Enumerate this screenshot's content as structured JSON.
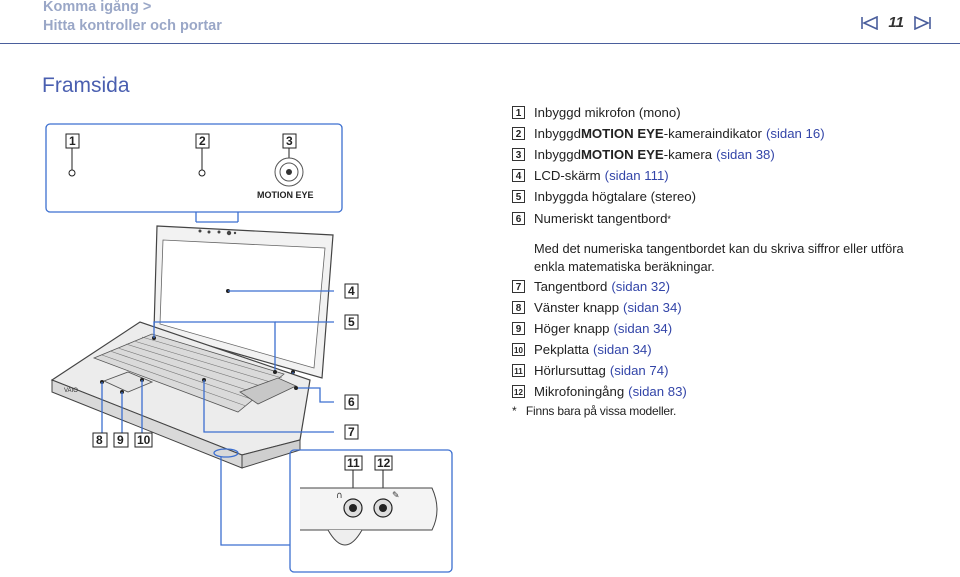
{
  "header": {
    "breadcrumb_1": "Komma igång >",
    "breadcrumb_2": "Hitta kontroller och portar",
    "page_number": "11"
  },
  "section_title": "Framsida",
  "motion_eye_label": "MOTION EYE",
  "items": [
    {
      "num": "1",
      "pre": "Inbyggd mikrofon (mono)",
      "bold": "",
      "post": "",
      "link": ""
    },
    {
      "num": "2",
      "pre": "Inbyggd ",
      "bold": "MOTION EYE",
      "post": "-kameraindikator",
      "link": "(sidan 16)"
    },
    {
      "num": "3",
      "pre": "Inbyggd ",
      "bold": "MOTION EYE",
      "post": "-kamera",
      "link": "(sidan 38)"
    },
    {
      "num": "4",
      "pre": "LCD-skärm",
      "bold": "",
      "post": "",
      "link": "(sidan 111)"
    },
    {
      "num": "5",
      "pre": "Inbyggda högtalare (stereo)",
      "bold": "",
      "post": "",
      "link": ""
    },
    {
      "num": "6",
      "pre": "Numeriskt tangentbord",
      "bold": "",
      "post": "",
      "link": ""
    },
    {
      "num": "7",
      "pre": "Tangentbord",
      "bold": "",
      "post": "",
      "link": "(sidan 32)"
    },
    {
      "num": "8",
      "pre": "Vänster knapp",
      "bold": "",
      "post": "",
      "link": "(sidan 34)"
    },
    {
      "num": "9",
      "pre": "Höger knapp",
      "bold": "",
      "post": "",
      "link": "(sidan 34)"
    },
    {
      "num": "10",
      "pre": "Pekplatta",
      "bold": "",
      "post": "",
      "link": "(sidan 34)"
    },
    {
      "num": "11",
      "pre": "Hörlursuttag",
      "bold": "",
      "post": "",
      "link": "(sidan 74)"
    },
    {
      "num": "12",
      "pre": "Mikrofoningång",
      "bold": "",
      "post": "",
      "link": "(sidan 83)"
    }
  ],
  "asterisk": "*",
  "item6_note": "Med det numeriska tangentbordet kan du skriva siffror eller utföra enkla matematiska beräkningar.",
  "footnote_mark": "*",
  "footnote": "Finns bara på vissa modeller.",
  "diagram_labels": [
    "1",
    "2",
    "3",
    "4",
    "5",
    "6",
    "7",
    "8",
    "9",
    "10",
    "11",
    "12"
  ]
}
